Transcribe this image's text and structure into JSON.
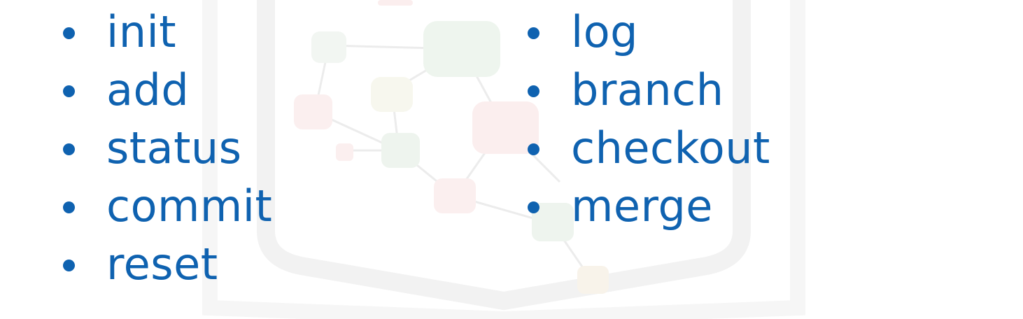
{
  "left_commands": [
    "init",
    "add",
    "status",
    "commit",
    "reset"
  ],
  "right_commands": [
    "log",
    "branch",
    "checkout",
    "merge"
  ],
  "colors": {
    "text": "#0f62b0",
    "background": "#ffffff"
  },
  "bullet_icon": "bullet-dot"
}
